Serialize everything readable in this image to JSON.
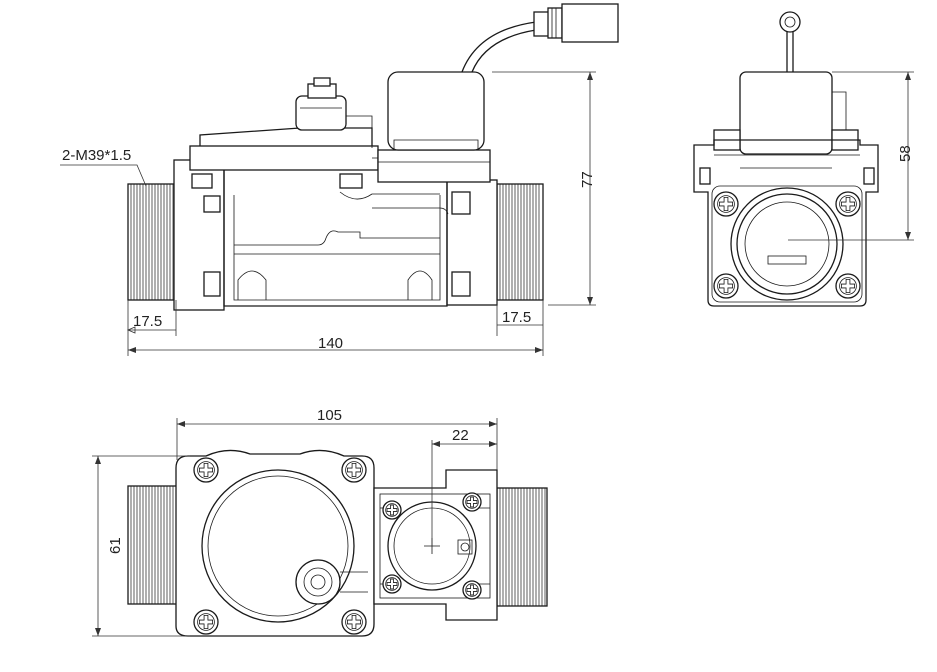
{
  "drawing": {
    "thread_label": "2-M39*1.5",
    "dim_thread_length_left": "17.5",
    "dim_thread_length_right": "17.5",
    "dim_total_length": "140",
    "dim_height": "77",
    "dim_side_height": "58",
    "dim_body_length": "105",
    "dim_offset": "22",
    "dim_body_width": "61"
  }
}
